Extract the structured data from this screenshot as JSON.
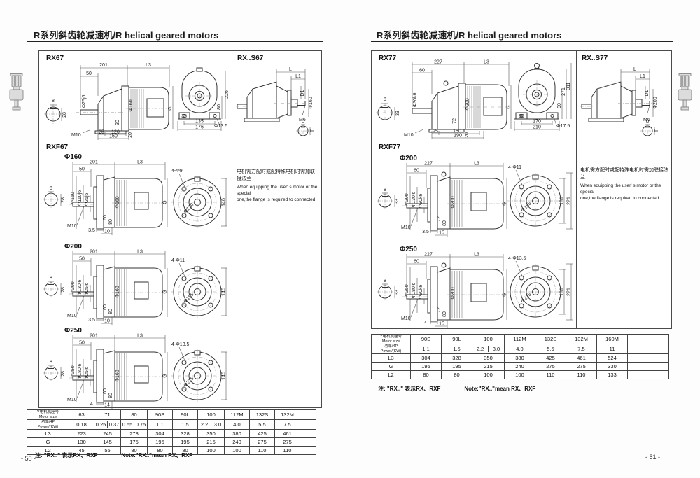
{
  "pages": {
    "left": {
      "title": "R系列斜齿轮减速机/R helical geared motors",
      "page_number": "- 50 -",
      "footnote_cn": "注: \"RX..\" 表示RX、RXF",
      "footnote_en": "Note:\"RX..\"mean RX、RXF",
      "flange_note_cn": "电机需方配时或配特殊电机时需加联接法兰",
      "flange_note_en1": "When equipping the user' s motor or the special",
      "flange_note_en2": "one,the flange is required to connected.",
      "rx": {
        "label": "RX67",
        "side": {
          "top1": "201",
          "top2": "L3",
          "front": "50",
          "shaft_dia": "Φ25j6",
          "motor_dia": "Φ160",
          "g": "G",
          "key_w": "8",
          "key_h": "28",
          "thread": "M10",
          "b1": "25",
          "b2": "120",
          "b3": "150",
          "v1": "30",
          "v2": "20"
        },
        "rear": {
          "h1": "226",
          "h2": "80",
          "foot": "35",
          "hole": "Φ13.5",
          "w1": "135",
          "w2": "176"
        }
      },
      "rxs": {
        "label": "RX..S67",
        "l": "L",
        "l1": "L1",
        "d1": "D1",
        "dia": "Φ160",
        "thread": "M6",
        "u": "U",
        "t": "T"
      },
      "rxf": {
        "label": "RXF67",
        "variants": [
          {
            "size": "Φ160",
            "top1": "201",
            "top2": "L3",
            "front": "50",
            "flange_dia": "Φ160",
            "spigot_dia": "Φ110j6",
            "shaft_dia": "Φ25j6",
            "motor_dia": "Φ160",
            "g": "G",
            "thread": "M10",
            "b1": "3.5",
            "b2": "10",
            "key_w": "8",
            "key_h": "28",
            "v1": "60",
            "v2": "80",
            "holes": "4-Φ9",
            "bolt_circle": "Φ130",
            "fd1": "146"
          },
          {
            "size": "Φ200",
            "top1": "201",
            "top2": "L3",
            "front": "50",
            "flange_dia": "Φ200",
            "spigot_dia": "Φ130j6",
            "shaft_dia": "Φ25j6",
            "motor_dia": "Φ160",
            "g": "G",
            "thread": "M10",
            "b1": "3.5",
            "b2": "10",
            "key_w": "8",
            "key_h": "28",
            "v1": "60",
            "v2": "80",
            "holes": "4-Φ11",
            "bolt_circle": "Φ165",
            "fd1": "146"
          },
          {
            "size": "Φ250",
            "top1": "201",
            "top2": "L3",
            "front": "50",
            "flange_dia": "Φ250",
            "spigot_dia": "Φ180j6",
            "shaft_dia": "Φ25j6",
            "motor_dia": "Φ160",
            "g": "G",
            "thread": "M10",
            "b1": "4",
            "b2": "14",
            "key_w": "8",
            "key_h": "28",
            "v1": "60",
            "v2": "80",
            "holes": "4-Φ13.5",
            "bolt_circle": "Φ215",
            "fd1": "146"
          }
        ]
      },
      "table": {
        "motor_label_cn": "Y电机机座号",
        "motor_label_en": "Motor size",
        "power_label_cn": "功率/4P",
        "power_label_en": "Power/(KW)",
        "l3_label": "L3",
        "g_label": "G",
        "l2_label": "L2",
        "sizes": [
          "63",
          "71",
          "80",
          "90S",
          "90L",
          "100",
          "112M",
          "132S",
          "132M"
        ],
        "power": [
          [
            "0.18"
          ],
          [
            "0.25",
            "0.37"
          ],
          [
            "0.55",
            "0.75"
          ],
          [
            "1.1"
          ],
          [
            "1.5"
          ],
          [
            "2.2",
            "3.0"
          ],
          [
            "4.0"
          ],
          [
            "5.5"
          ],
          [
            "7.5"
          ]
        ],
        "l3": [
          "223",
          "245",
          "278",
          "304",
          "328",
          "350",
          "380",
          "425",
          "461"
        ],
        "g": [
          "130",
          "145",
          "175",
          "195",
          "195",
          "215",
          "240",
          "275",
          "275"
        ],
        "l2": [
          "45",
          "55",
          "80",
          "80",
          "80",
          "100",
          "100",
          "110",
          "110"
        ]
      }
    },
    "right": {
      "title": "R系列斜齿轮减速机/R helical geared motors",
      "page_number": "- 51 -",
      "footnote_cn": "注: \"RX..\" 表示RX、RXF",
      "footnote_en": "Note:\"RX..\"mean RX、RXF",
      "flange_note_cn": "电机需方配时或配特殊电机时需加联接法兰",
      "flange_note_en1": "When equipping the user' s motor or the special",
      "flange_note_en2": "one,the flange is required to connected.",
      "rx": {
        "label": "RX77",
        "side": {
          "top1": "227",
          "top2": "L3",
          "front": "60",
          "shaft_dia": "Φ30k6",
          "motor_dia": "Φ200",
          "g": "G",
          "key_w": "8",
          "key_h": "33",
          "thread": "M10",
          "b1": "25",
          "b2": "150",
          "b3": "190",
          "v1": "72",
          "v2": "20"
        },
        "rear": {
          "h1": "311",
          "h2": "271",
          "h3": "90",
          "foot": "50",
          "hole": "Φ17.5",
          "w1": "170",
          "w2": "210"
        }
      },
      "rxs": {
        "label": "RX..S77",
        "l": "L",
        "l1": "L1",
        "d1": "D1",
        "dia": "Φ200",
        "thread": "M6",
        "u": "U",
        "t": "T"
      },
      "rxf": {
        "label": "RXF77",
        "variants": [
          {
            "size": "Φ200",
            "top1": "227",
            "top2": "L3",
            "front": "60",
            "flange_dia": "Φ200",
            "spigot_dia": "Φ130j6",
            "shaft_dia": "Φ30k6",
            "motor_dia": "Φ200",
            "g": "G",
            "thread": "M10",
            "b1": "3.5",
            "b2": "15",
            "key_w": "8",
            "key_h": "33",
            "v1": "72",
            "v2": "80",
            "holes": "4-Φ11",
            "bolt_circle": "Φ165",
            "fd1": "181",
            "fd2": "221"
          },
          {
            "size": "Φ250",
            "top1": "227",
            "top2": "L3",
            "front": "60",
            "flange_dia": "Φ250",
            "spigot_dia": "Φ180j6",
            "shaft_dia": "Φ30k6",
            "motor_dia": "Φ200",
            "g": "G",
            "thread": "M10",
            "b1": "4",
            "b2": "15",
            "key_w": "8",
            "key_h": "33",
            "v1": "72",
            "v2": "80",
            "holes": "4-Φ13.5",
            "bolt_circle": "Φ215",
            "fd1": "181",
            "fd2": "221"
          }
        ]
      },
      "table": {
        "motor_label_cn": "Y电机机座号",
        "motor_label_en": "Motor size",
        "power_label_cn": "功率/4P",
        "power_label_en": "Power/(KW)",
        "l3_label": "L3",
        "g_label": "G",
        "l2_label": "L2",
        "sizes": [
          "90S",
          "90L",
          "100",
          "112M",
          "132S",
          "132M",
          "160M"
        ],
        "power": [
          [
            "1.1"
          ],
          [
            "1.5"
          ],
          [
            "2.2",
            "3.0"
          ],
          [
            "4.0"
          ],
          [
            "5.5"
          ],
          [
            "7.5"
          ],
          [
            "11"
          ]
        ],
        "l3": [
          "304",
          "328",
          "350",
          "380",
          "425",
          "461",
          "524"
        ],
        "g": [
          "195",
          "195",
          "215",
          "240",
          "275",
          "275",
          "330"
        ],
        "l2": [
          "80",
          "80",
          "100",
          "100",
          "110",
          "110",
          "133"
        ]
      }
    }
  }
}
